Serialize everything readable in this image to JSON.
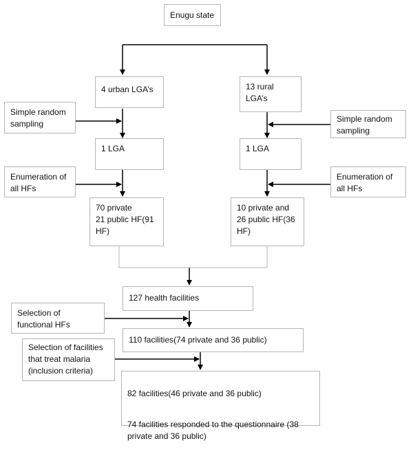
{
  "top": "Enugu state",
  "urban": {
    "group": "4 urban LGA’s",
    "method": "Simple random\nsampling",
    "selected": "1 LGA",
    "enum": "Enumeration of\nall HFs",
    "result": "70 private\n21 public HF(91\nHF)"
  },
  "rural": {
    "group": "13 rural\nLGA’s",
    "method": "Simple random\nsampling",
    "selected": "1 LGA",
    "enum": "Enumeration of\nall HFs",
    "result": "10 private and\n26 public HF(36\nHF)"
  },
  "total": "127 health facilities",
  "functional_label": "Selection of\nfunctional HFs",
  "functional_result": "110 facilities(74 private and 36 public)",
  "malaria_label": "Selection of facilities\nthat treat malaria\n(inclusion criteria)",
  "final": {
    "line1": "82 facilities(46 private and 36 public)",
    "line2": "74 facilities responded to the questionnaire (38\nprivate and 36 public)"
  }
}
